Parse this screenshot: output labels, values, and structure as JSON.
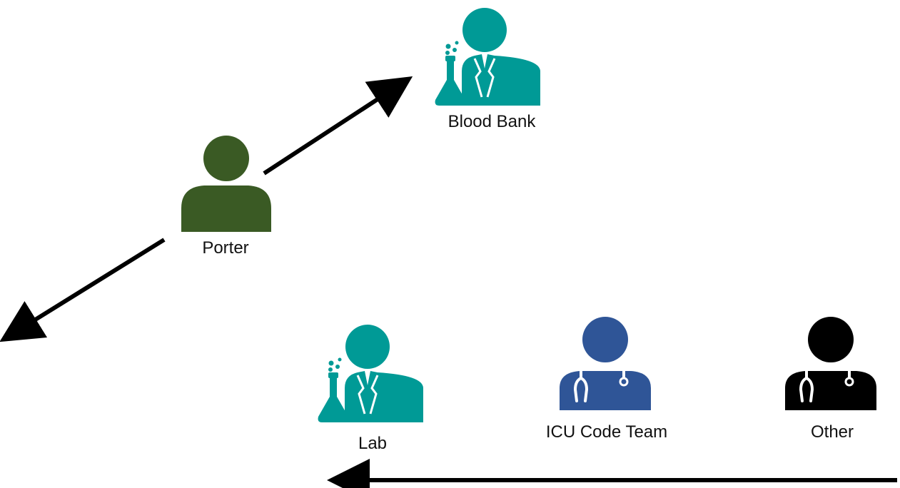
{
  "colors": {
    "porter": "#3a5a24",
    "lab_staff": "#009a96",
    "icu_team": "#2f5597",
    "other": "#000000",
    "arrow": "#000000",
    "background": "#ffffff"
  },
  "nodes": {
    "blood_bank": {
      "label": "Blood Bank",
      "icon": "lab-scientist-icon"
    },
    "porter": {
      "label": "Porter",
      "icon": "person-icon"
    },
    "lab": {
      "label": "Lab",
      "icon": "lab-scientist-icon"
    },
    "icu_code_team": {
      "label": "ICU Code Team",
      "icon": "doctor-stethoscope-icon"
    },
    "other": {
      "label": "Other",
      "icon": "doctor-stethoscope-icon"
    }
  },
  "connectors": [
    {
      "from": "porter",
      "to": "blood_bank"
    },
    {
      "from": "porter",
      "to": "off-page"
    },
    {
      "from": "off-page",
      "to": "lab"
    }
  ]
}
